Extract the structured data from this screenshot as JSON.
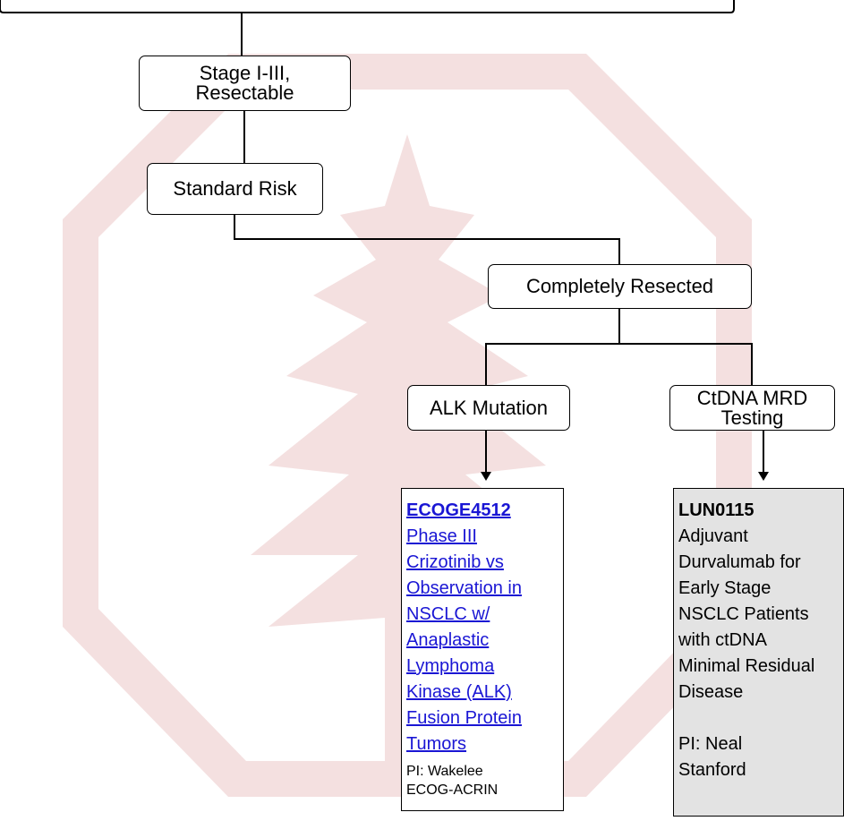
{
  "nodes": {
    "stage": [
      "Stage I-III,",
      "Resectable"
    ],
    "standard_risk": "Standard Risk",
    "completely_resected": "Completely Resected",
    "alk_mutation": "ALK Mutation",
    "ctdna": [
      "CtDNA MRD",
      "Testing"
    ]
  },
  "trials": {
    "ecog": {
      "code": "ECOGE4512",
      "title_lines": [
        "Phase III",
        "Crizotinib vs",
        "Observation in",
        "NSCLC w/",
        "Anaplastic",
        "Lymphoma",
        "Kinase (ALK)",
        "Fusion Protein",
        "Tumors"
      ],
      "pi_lines": [
        "PI: Wakelee",
        "ECOG-ACRIN"
      ]
    },
    "lun": {
      "code": "LUN0115",
      "title_lines": [
        "Adjuvant",
        "Durvalumab for",
        "Early Stage",
        "NSCLC Patients",
        "with ctDNA",
        "Minimal Residual",
        "Disease"
      ],
      "pi_lines": [
        "PI: Neal",
        "Stanford"
      ]
    }
  },
  "colors": {
    "link": "#1a16d4",
    "watermark": "#f4e0e0",
    "gray_card": "#e3e3e3"
  }
}
